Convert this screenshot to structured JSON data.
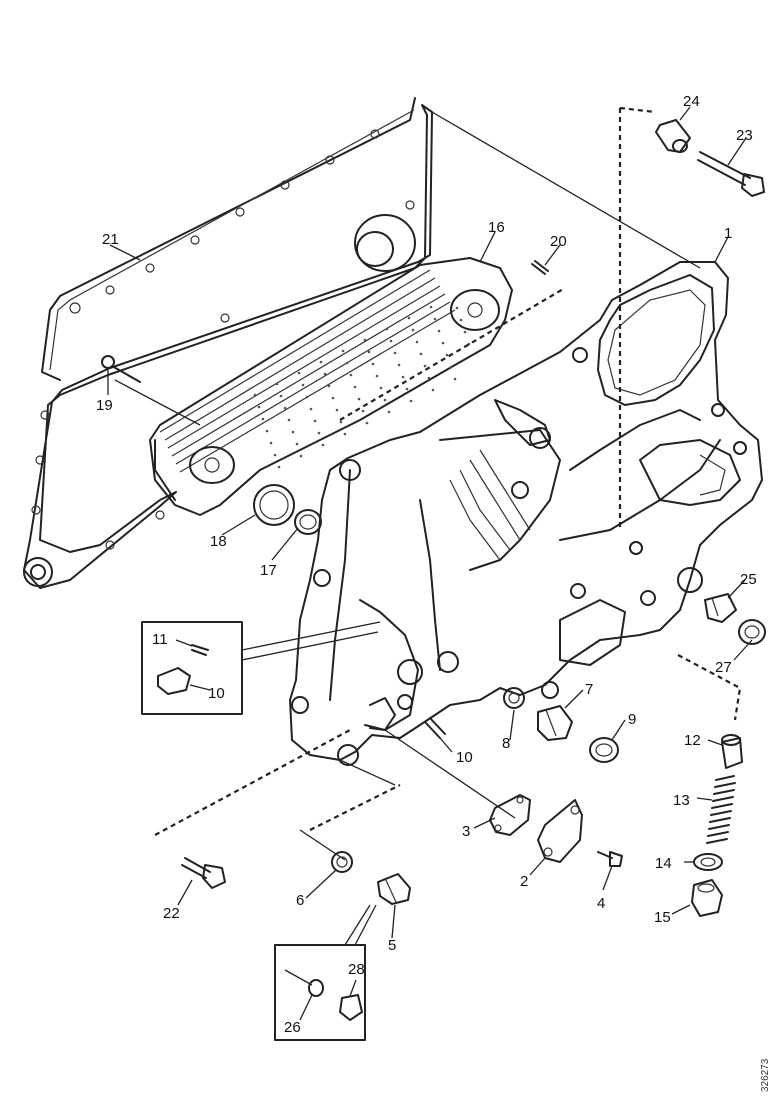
{
  "labels": {
    "p1": "1",
    "p2": "2",
    "p3": "3",
    "p4": "4",
    "p5": "5",
    "p6": "6",
    "p7": "7",
    "p8": "8",
    "p9": "9",
    "p10a": "10",
    "p10b": "10",
    "p11": "11",
    "p12": "12",
    "p13": "13",
    "p14": "14",
    "p15": "15",
    "p16": "16",
    "p17": "17",
    "p18": "18",
    "p19": "19",
    "p20": "20",
    "p21": "21",
    "p22": "22",
    "p23": "23",
    "p24": "24",
    "p25": "25",
    "p26": "26",
    "p27": "27",
    "p28": "28"
  },
  "reference_code": "326273"
}
